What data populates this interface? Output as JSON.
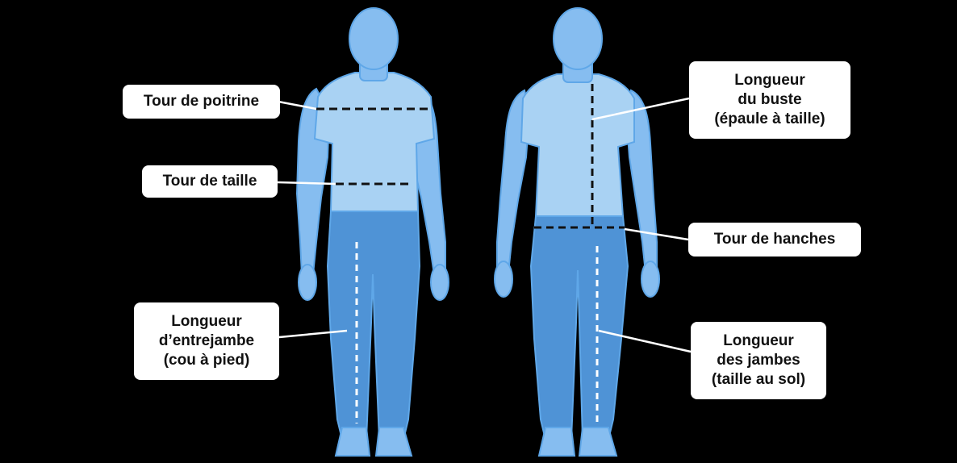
{
  "labels": {
    "chest": [
      "Tour de poitrine"
    ],
    "waist": [
      "Tour de taille"
    ],
    "inseam": [
      "Longueur",
      "d’entrejambe",
      "(cou à pied)"
    ],
    "back_length": [
      "Longueur",
      "du buste",
      "(épaule à taille)"
    ],
    "hips": [
      "Tour de hanches"
    ],
    "leg_length": [
      "Longueur",
      "des jambes",
      "(taille au sol)"
    ]
  },
  "colors": {
    "background": "#000000",
    "body_light": "#a9d2f3",
    "body_mid": "#86bdf0",
    "legs": "#4f93d6",
    "outline": "#5fa7e8",
    "label_bg": "#ffffff",
    "leader_line": "#ffffff",
    "measure_dark": "#111111",
    "measure_light": "#ffffff"
  }
}
